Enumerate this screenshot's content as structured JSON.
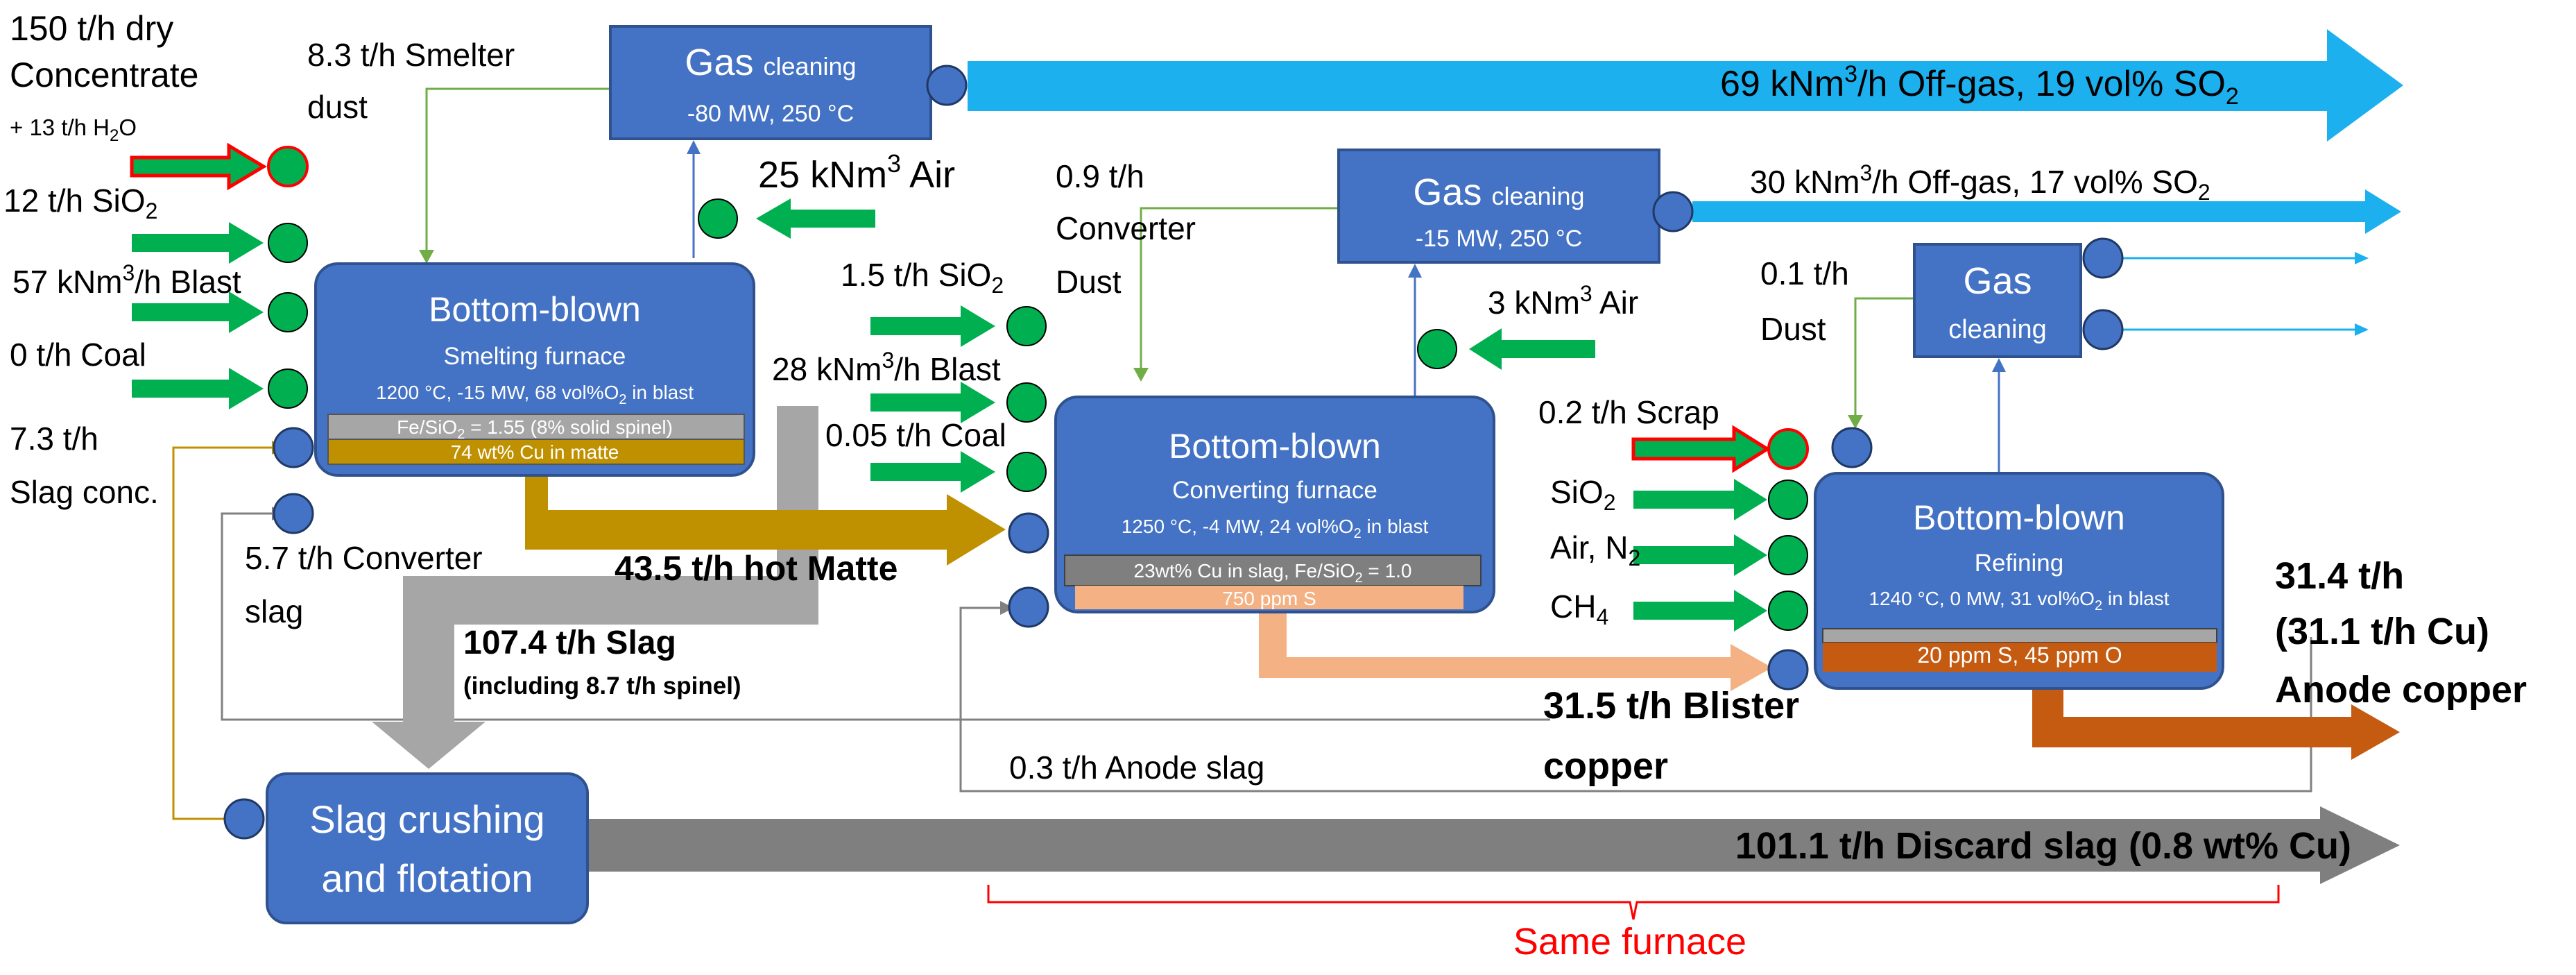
{
  "colors": {
    "box_fill": "#4472c4",
    "box_stroke": "#2f528f",
    "offgas_arrow": "#1cb0ee",
    "green_arrow": "#00b050",
    "feed_arrow_red": "#ff0000",
    "matte_arrow": "#bf9000",
    "slag_arrow": "#a6a6a6",
    "blister_arrow": "#f4b183",
    "anode_arrow": "#c55a11",
    "discard_arrow": "#7f7f7f",
    "bracket": "#ff0000",
    "line_green": "#70ad47",
    "line_blue": "#4472c4"
  },
  "feeds": {
    "concentrate_line1": "150 t/h dry",
    "concentrate_line2": "Concentrate",
    "water": "+ 13 t/h H",
    "water_sub": "2",
    "water_tail": "O",
    "sio2_main": "12 t/h  SiO",
    "sio2_sub": "2",
    "blast": "57 kNm",
    "blast_sup": "3",
    "blast_tail": "/h Blast",
    "coal": "0 t/h Coal",
    "slag_conc_line1": "7.3 t/h",
    "slag_conc_line2": "Slag conc.",
    "smelter_dust_line1": "8.3 t/h Smelter",
    "smelter_dust_line2": "dust",
    "converter_slag_line1": "5.7 t/h Converter",
    "converter_slag_line2": "slag"
  },
  "gas_cleaning_1": {
    "title_big": "Gas",
    "title_small": "cleaning",
    "specs": "-80 MW, 250 °C"
  },
  "air_smelter": {
    "main": "25 kNm",
    "sup": "3",
    "tail": " Air"
  },
  "offgas_1": {
    "main": "69 kNm",
    "sup": "3",
    "mid": "/h Off-gas, 19 vol% SO",
    "sub": "2"
  },
  "smelting_furnace": {
    "title": "Bottom-blown",
    "subtitle": "Smelting furnace",
    "specs": "1200 °C, -15 MW, 68 vol%O",
    "specs_sub": "2",
    "specs_tail": " in blast",
    "layer1": "Fe/SiO",
    "layer1_sub": "2",
    "layer1_tail": " = 1.55 (8% solid spinel)",
    "layer2": "74 wt% Cu in matte"
  },
  "hot_matte": "43.5 t/h hot Matte",
  "slag_flow": {
    "line1": "107.4 t/h Slag",
    "line2": "(including  8.7 t/h spinel)"
  },
  "converter_feeds": {
    "dust_line1": "0.9 t/h",
    "dust_line2": "Converter",
    "dust_line3": "Dust",
    "sio2": "1.5 t/h SiO",
    "sio2_sub": "2",
    "blast": "28 kNm",
    "blast_sup": "3",
    "blast_tail": "/h Blast",
    "coal": "0.05 t/h Coal"
  },
  "gas_cleaning_2": {
    "title_big": "Gas",
    "title_small": "cleaning",
    "specs": "-15 MW, 250 °C"
  },
  "air_converter": {
    "main": "3 kNm",
    "sup": "3",
    "tail": " Air"
  },
  "offgas_2": {
    "main": "30 kNm",
    "sup": "3",
    "mid": "/h Off-gas, 17 vol% SO",
    "sub": "2"
  },
  "converting_furnace": {
    "title": "Bottom-blown",
    "subtitle": "Converting furnace",
    "specs": "1250 °C, -4 MW, 24 vol%O",
    "specs_sub": "2",
    "specs_tail": " in blast",
    "layer1": "23wt% Cu in slag, Fe/SiO",
    "layer1_sub": "2",
    "layer1_tail": " = 1.0",
    "layer2": "750 ppm S"
  },
  "blister": {
    "line1": "31.5 t/h Blister",
    "line2": "copper"
  },
  "anode_slag": "0.3 t/h Anode slag",
  "refining_feeds": {
    "dust_line1": "0.1 t/h",
    "dust_line2": "Dust",
    "scrap": "0.2 t/h Scrap",
    "sio2": "SiO",
    "sio2_sub": "2",
    "air": "Air, N",
    "air_sub": "2",
    "ch4": "CH",
    "ch4_sub": "4"
  },
  "gas_cleaning_3": {
    "line1": "Gas",
    "line2": "cleaning"
  },
  "refining_furnace": {
    "title": "Bottom-blown",
    "subtitle": "Refining",
    "specs": "1240 °C, 0 MW, 31 vol%O",
    "specs_sub": "2",
    "specs_tail": " in blast",
    "layer2": "20 ppm S, 45 ppm O"
  },
  "anode": {
    "line1": "31.4 t/h",
    "line2": "(31.1 t/h Cu)",
    "line3": "Anode copper"
  },
  "slag_crushing": {
    "line1": "Slag crushing",
    "line2": "and flotation"
  },
  "discard_slag": "101.1 t/h Discard slag (0.8 wt% Cu)",
  "same_furnace": "Same furnace"
}
